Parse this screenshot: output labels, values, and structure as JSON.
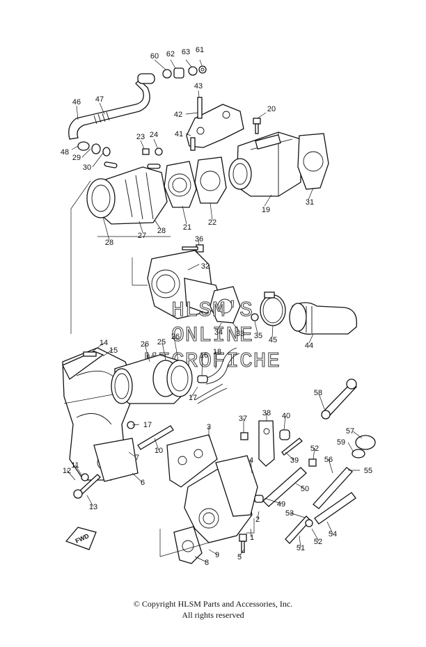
{
  "watermark": [
    "HLSM'S",
    "ONLINE",
    "MICROFICHE"
  ],
  "fwd_label": "FWD",
  "callouts": [
    {
      "id": "c60",
      "text": "60"
    },
    {
      "id": "c62",
      "text": "62"
    },
    {
      "id": "c63",
      "text": "63"
    },
    {
      "id": "c61",
      "text": "61"
    },
    {
      "id": "c46",
      "text": "46"
    },
    {
      "id": "c47",
      "text": "47"
    },
    {
      "id": "c43",
      "text": "43"
    },
    {
      "id": "c42",
      "text": "42"
    },
    {
      "id": "c20",
      "text": "20"
    },
    {
      "id": "c41",
      "text": "41"
    },
    {
      "id": "c23",
      "text": "23"
    },
    {
      "id": "c24",
      "text": "24"
    },
    {
      "id": "c48",
      "text": "48"
    },
    {
      "id": "c29",
      "text": "29"
    },
    {
      "id": "c30",
      "text": "30"
    },
    {
      "id": "c19",
      "text": "19"
    },
    {
      "id": "c31",
      "text": "31"
    },
    {
      "id": "c21",
      "text": "21"
    },
    {
      "id": "c22",
      "text": "22"
    },
    {
      "id": "c27",
      "text": "27"
    },
    {
      "id": "c28a",
      "text": "28"
    },
    {
      "id": "c28b",
      "text": "28"
    },
    {
      "id": "c36",
      "text": "36"
    },
    {
      "id": "c32",
      "text": "32"
    },
    {
      "id": "c34",
      "text": "34"
    },
    {
      "id": "c33",
      "text": "33"
    },
    {
      "id": "c35",
      "text": "35"
    },
    {
      "id": "c45",
      "text": "45"
    },
    {
      "id": "c44",
      "text": "44"
    },
    {
      "id": "c14",
      "text": "14"
    },
    {
      "id": "c15",
      "text": "15"
    },
    {
      "id": "c26a",
      "text": "26"
    },
    {
      "id": "c25",
      "text": "25"
    },
    {
      "id": "c26b",
      "text": "26"
    },
    {
      "id": "c16",
      "text": "16"
    },
    {
      "id": "c18",
      "text": "18"
    },
    {
      "id": "c17a",
      "text": "17"
    },
    {
      "id": "c17b",
      "text": "17"
    },
    {
      "id": "c58",
      "text": "58"
    },
    {
      "id": "c37",
      "text": "37"
    },
    {
      "id": "c38",
      "text": "38"
    },
    {
      "id": "c40",
      "text": "40"
    },
    {
      "id": "c57",
      "text": "57"
    },
    {
      "id": "c59",
      "text": "59"
    },
    {
      "id": "c3",
      "text": "3"
    },
    {
      "id": "c10",
      "text": "10"
    },
    {
      "id": "c52a",
      "text": "52"
    },
    {
      "id": "c56",
      "text": "56"
    },
    {
      "id": "c55",
      "text": "55"
    },
    {
      "id": "c39",
      "text": "39"
    },
    {
      "id": "c4",
      "text": "4"
    },
    {
      "id": "c7",
      "text": "7"
    },
    {
      "id": "c50",
      "text": "50"
    },
    {
      "id": "c12",
      "text": "12"
    },
    {
      "id": "c11",
      "text": "11"
    },
    {
      "id": "c6",
      "text": "6"
    },
    {
      "id": "c13",
      "text": "13"
    },
    {
      "id": "c49",
      "text": "49"
    },
    {
      "id": "c2",
      "text": "2"
    },
    {
      "id": "c53",
      "text": "53"
    },
    {
      "id": "c1",
      "text": "1"
    },
    {
      "id": "c54",
      "text": "54"
    },
    {
      "id": "c52b",
      "text": "52"
    },
    {
      "id": "c51",
      "text": "51"
    },
    {
      "id": "c5",
      "text": "5"
    },
    {
      "id": "c9",
      "text": "9"
    },
    {
      "id": "c8",
      "text": "8"
    }
  ],
  "footer": {
    "copyright": "© Copyright HLSM Parts and Accessories, Inc.",
    "rights": "All rights reserved"
  }
}
